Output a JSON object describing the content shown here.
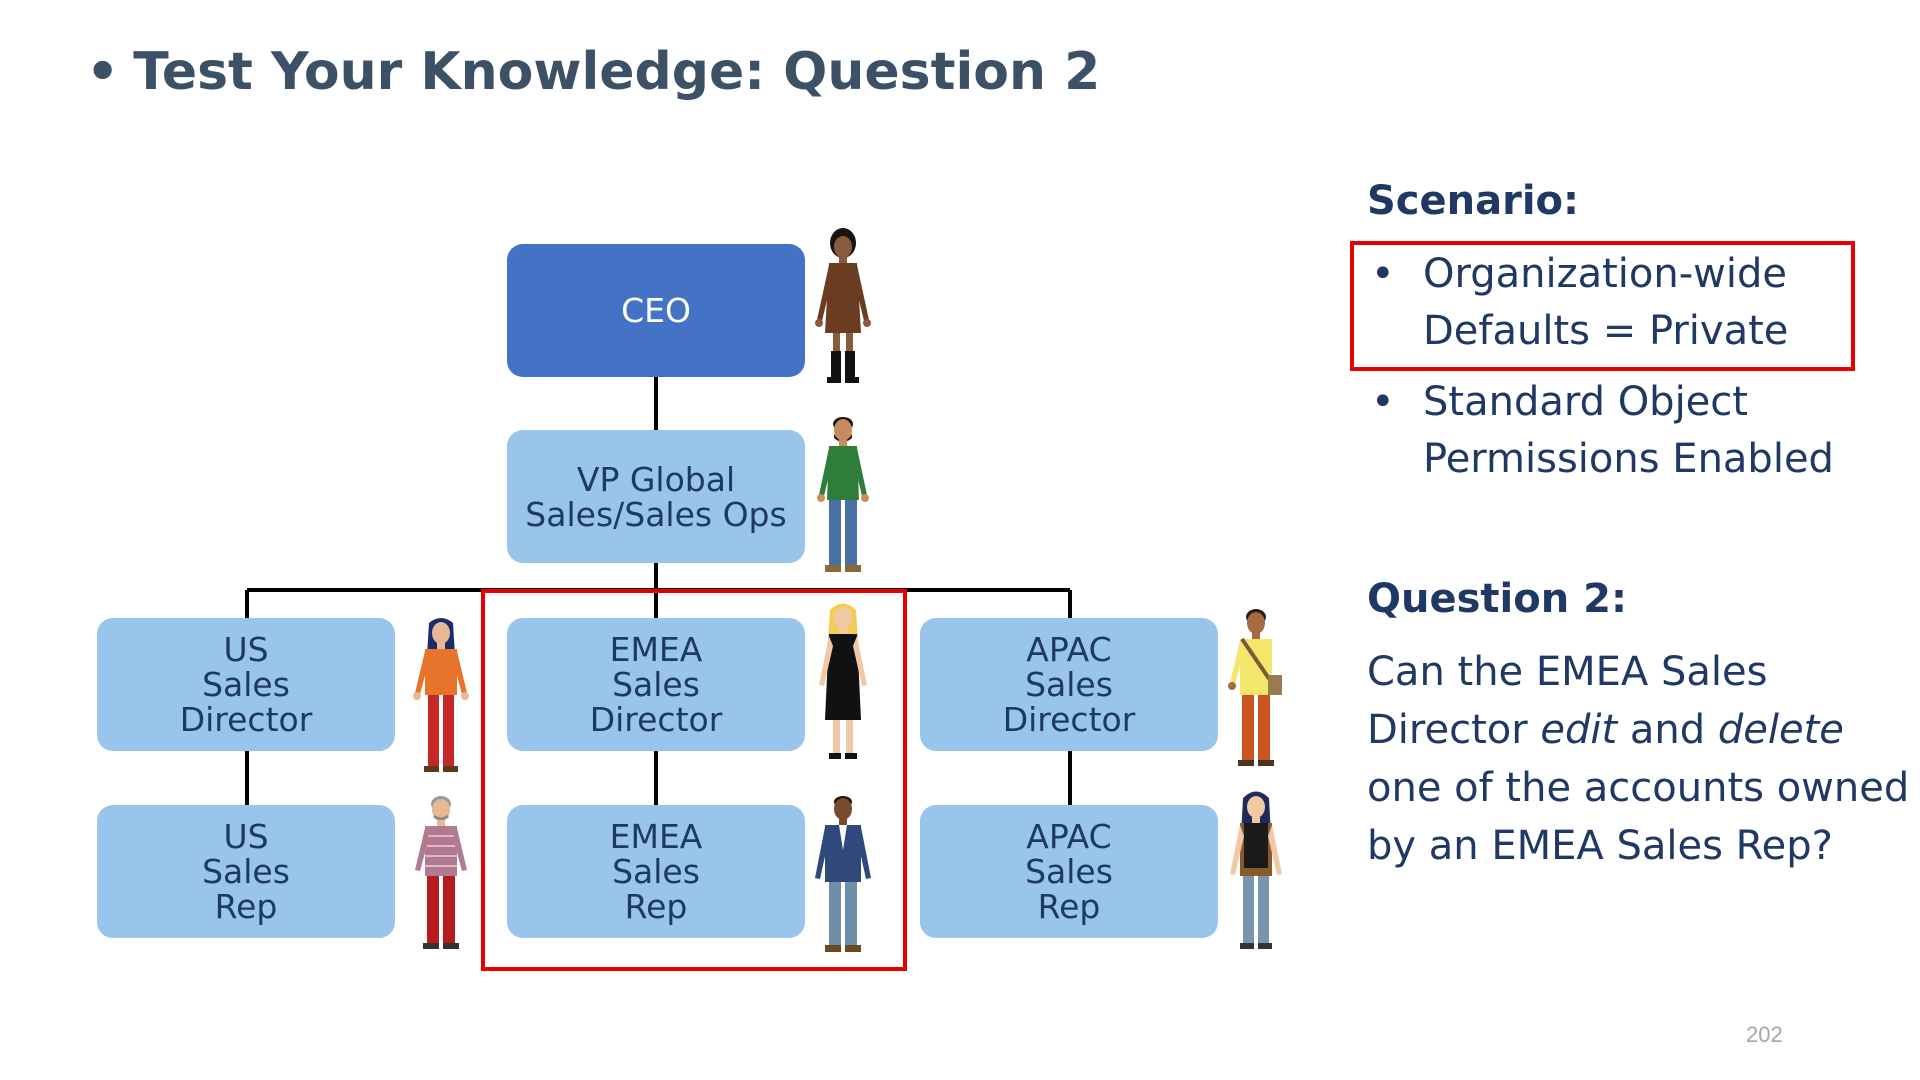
{
  "slide": {
    "bullet_glyph": "•",
    "title": "Test Your Knowledge: Question 2"
  },
  "org_chart": {
    "ceo": "CEO",
    "vp": "VP Global\nSales/Sales Ops",
    "us_director": "US\nSales\nDirector",
    "emea_director": "EMEA\nSales\nDirector",
    "apac_director": "APAC\nSales\nDirector",
    "us_rep": "US\nSales\nRep",
    "emea_rep": "EMEA\nSales\nRep",
    "apac_rep": "APAC\nSales\nRep"
  },
  "scenario": {
    "heading": "Scenario:",
    "bullets": [
      "Organization-wide Defaults = Private",
      "Standard Object Permissions Enabled"
    ]
  },
  "question": {
    "heading": "Question 2:",
    "line_1": "Can the EMEA Sales Director ",
    "edit_word": "edit",
    "line_2": " and ",
    "delete_word": "delete",
    "line_3": " one of the accounts owned by an EMEA Sales Rep?"
  },
  "page_number": "202",
  "colors": {
    "ceo_box": "#4472c4",
    "role_box": "#99c4eb",
    "highlight": "#e60000",
    "text_navy": "#1f3864",
    "title_gray": "#3d5166"
  }
}
